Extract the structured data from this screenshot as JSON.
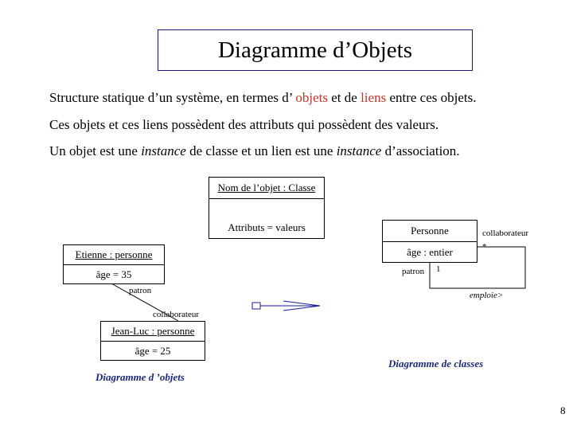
{
  "title": "Diagramme d’Objets",
  "lines": {
    "l1": {
      "a": "Structure statique d’un système, en termes d’ ",
      "b": "objets",
      "c": " et de ",
      "d": "liens",
      "e": " entre ces objets."
    },
    "l2": "Ces objets et ces liens possèdent des attributs qui possèdent des valeurs.",
    "l3": {
      "a": "Un objet est une ",
      "b": "instance",
      "c": " de classe et un lien est une ",
      "d": "instance",
      "e": " d’association."
    }
  },
  "legend_box": {
    "name": "Nom de l’objet : Classe",
    "attrs": "Attributs = valeurs"
  },
  "object_etienne": {
    "name": "Etienne : personne",
    "attr": "âge = 35"
  },
  "object_jeanluc": {
    "name": "Jean-Luc : personne",
    "attr": "âge = 25"
  },
  "class_personne": {
    "name": "Personne",
    "attr": "âge : entier"
  },
  "roles": {
    "patron_obj": "patron",
    "collaborateur_obj": "collaborateur",
    "collaborateur_cls": "collaborateur",
    "star": "*",
    "patron_cls": "patron",
    "one": "1",
    "emploie": "emploie>"
  },
  "captions": {
    "objects": "Diagramme d ’objets",
    "classes": "Diagramme de classes"
  },
  "page_number": "8",
  "colors": {
    "title_border": "#1a1a7a",
    "highlight": "#c0392b",
    "caption": "#1a2a7a"
  }
}
